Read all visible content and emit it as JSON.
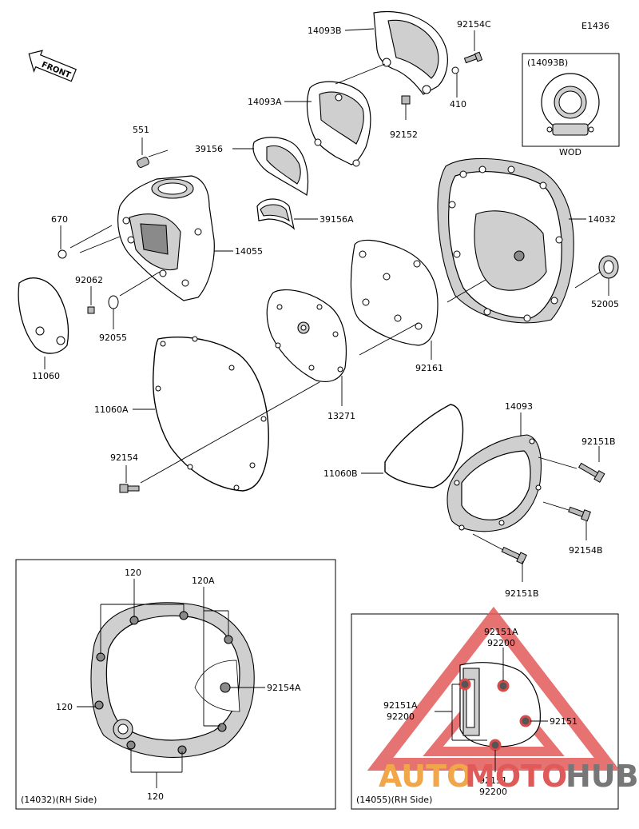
{
  "diagram": {
    "code": "E1436",
    "front_label": "FRONT",
    "labels": {
      "p14093B": "14093B",
      "p92154C": "92154C",
      "p14093A": "14093A",
      "p410": "410",
      "p92152": "92152",
      "p551": "551",
      "p39156": "39156",
      "p39156A": "39156A",
      "p670": "670",
      "p14055": "14055",
      "p14032": "14032",
      "p92062": "92062",
      "p92055": "92055",
      "p52005": "52005",
      "p11060": "11060",
      "p92161": "92161",
      "p11060A": "11060A",
      "p13271": "13271",
      "p14093": "14093",
      "p92151B_1": "92151B",
      "p92154": "92154",
      "p11060B": "11060B",
      "p92154B": "92154B",
      "p92151B_2": "92151B"
    },
    "inset_wod": {
      "title": "(14093B)",
      "caption": "WOD"
    },
    "inset_rh_14032": {
      "caption": "(14032)(RH Side)",
      "l120_top": "120",
      "l120A": "120A",
      "l92154A": "92154A",
      "l120_left": "120",
      "l120_bottom": "120"
    },
    "inset_rh_14055": {
      "caption": "(14055)(RH Side)",
      "l92151A_top": "92151A",
      "l92200_top": "92200",
      "l92151A_left": "92151A",
      "l92200_left": "92200",
      "l92151_right": "92151",
      "l92151_bottom": "92151",
      "l92200_bottom": "92200"
    },
    "watermark": {
      "part1": "AUTO",
      "part2": "MOTO",
      "part3": "HUB",
      "colors": {
        "auto": "#f2a64a",
        "moto": "#e05a5a",
        "hub": "#777777"
      }
    }
  }
}
